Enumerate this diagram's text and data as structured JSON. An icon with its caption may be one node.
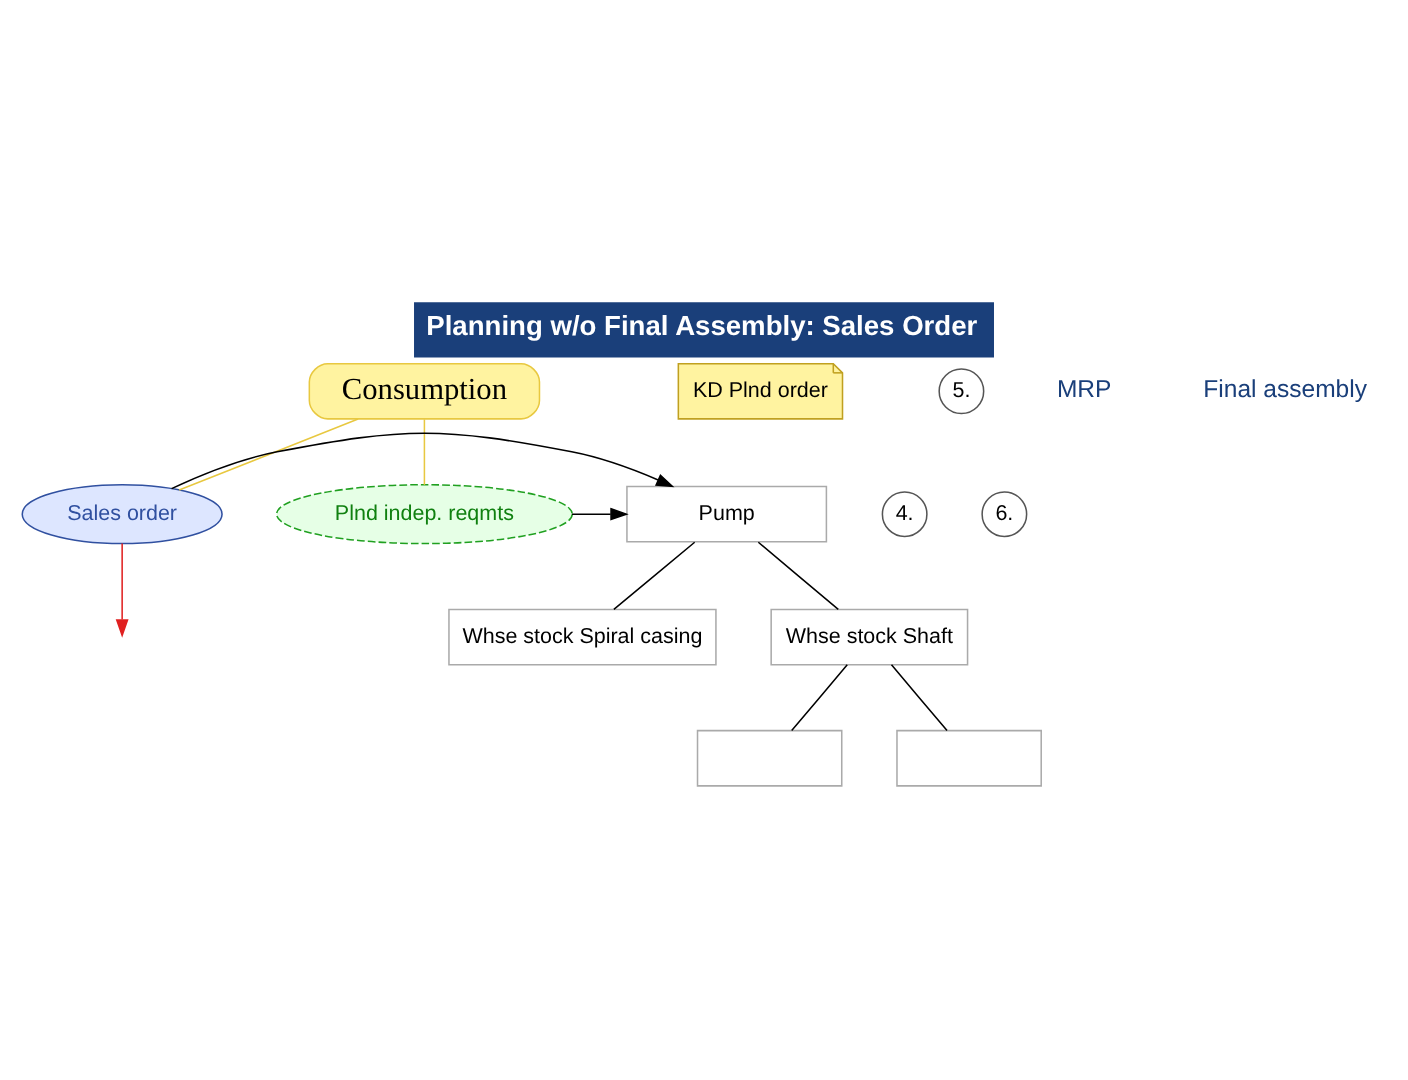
{
  "diagram": {
    "title": "Planning w/o Final Assembly: Sales Order",
    "nodes": [
      {
        "text": [
          "Consumption"
        ]
      },
      {
        "text": [
          "4."
        ]
      },
      {
        "text": [
          "Sales order"
        ]
      },
      {
        "text": [
          "Pump"
        ]
      },
      {
        "text": [
          "Plnd indep. reqmts"
        ]
      },
      {
        "text": [
          "KD Plnd order"
        ]
      },
      {
        "text": [
          "5."
        ]
      },
      {
        "text": [
          "6."
        ]
      },
      {
        "text": [
          "Whse stock Spiral casing"
        ]
      },
      {
        "text": [
          "Whse stock Shaft"
        ]
      },
      {
        "text": [],
        "shape": "box"
      },
      {
        "text": [],
        "shape": "box"
      }
    ],
    "edges": [
      {
        "from": 0,
        "to": 2,
        "arrow": "none",
        "color": "#e8c840"
      },
      {
        "from": 0,
        "to": 4,
        "arrow": "none",
        "color": "#e8c840"
      },
      {
        "from": 2,
        "to": 3,
        "arrow": "to"
      },
      {
        "from": 4,
        "to": 3,
        "arrow": "to"
      },
      {
        "from": 2,
        "to": null,
        "arrow": "to",
        "color": "#e02020"
      },
      {
        "from": 3,
        "to": 8,
        "arrow": "none"
      },
      {
        "from": 3,
        "to": 9,
        "arrow": "none"
      },
      {
        "from": 9,
        "to": 10,
        "arrow": "none"
      },
      {
        "from": 9,
        "to": 11,
        "arrow": "none"
      }
    ],
    "labels": [
      "MRP",
      "Final assembly"
    ]
  }
}
